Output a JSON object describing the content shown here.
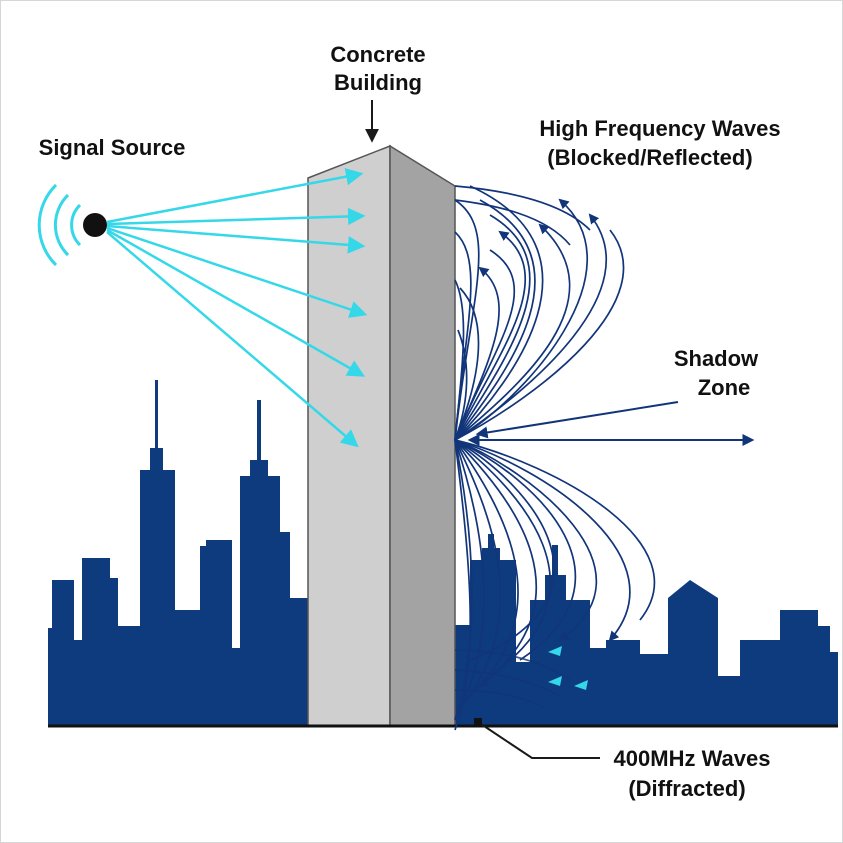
{
  "labels": {
    "concrete_line1": "Concrete",
    "concrete_line2": "Building",
    "signal_source": "Signal Source",
    "high_freq_line1": "High Frequency Waves",
    "high_freq_line2": "(Blocked/Reflected)",
    "shadow_line1": "Shadow",
    "shadow_line2": "Zone",
    "diffracted_line1": "400MHz Waves",
    "diffracted_line2": "(Diffracted)"
  },
  "colors": {
    "skyline": "#0d3b7e",
    "signal_ray": "#35d8e8",
    "wave_line": "#12357a",
    "building_front": "#cfcfcf",
    "building_side": "#a3a3a3",
    "ground": "#111111"
  },
  "icons": {
    "source": "signal-source-icon"
  }
}
